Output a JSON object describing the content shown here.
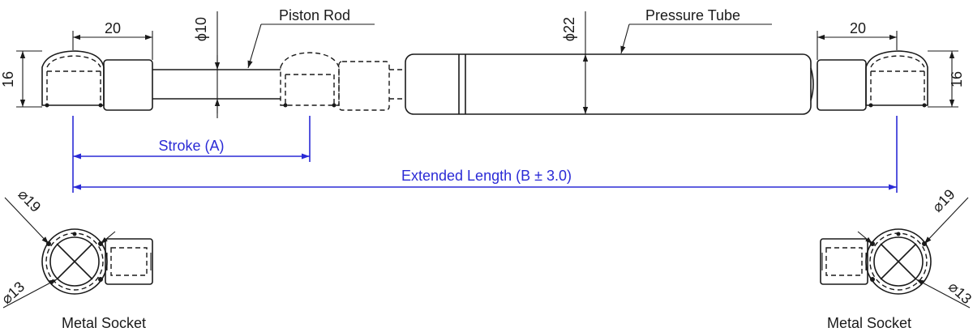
{
  "labels": {
    "piston_rod": "Piston Rod",
    "pressure_tube": "Pressure Tube",
    "stroke": "Stroke (A)",
    "extended_length": "Extended Length (B ± 3.0)",
    "metal_socket_left": "Metal Socket",
    "metal_socket_right": "Metal Socket"
  },
  "dimensions": {
    "end_fitting_width_left": "20",
    "end_fitting_width_right": "20",
    "end_height_left": "16",
    "end_height_right": "16",
    "rod_diameter": "ϕ10",
    "tube_diameter": "ϕ22",
    "socket_outer_left": "⌀19",
    "socket_inner_left": "⌀13",
    "socket_outer_right": "⌀19",
    "socket_inner_right": "⌀13"
  },
  "colors": {
    "line": "#1a1a1a",
    "dimension_blue": "#2b2bd6"
  }
}
